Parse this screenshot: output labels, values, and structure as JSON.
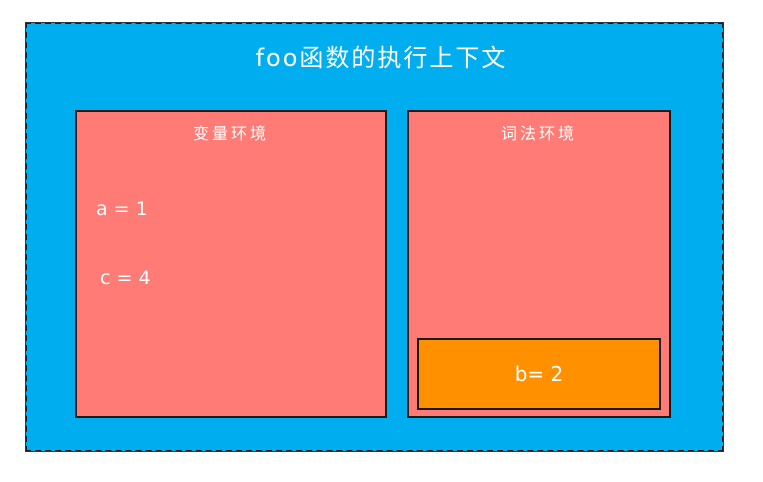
{
  "diagram": {
    "title": "foo函数的执行上下文",
    "variable_environment": {
      "label": "变量环境",
      "entries": [
        "a = 1",
        "c = 4"
      ]
    },
    "lexical_environment": {
      "label": "词法环境",
      "blocks": [
        {
          "entries": [
            "b= 2"
          ]
        }
      ]
    },
    "colors": {
      "context_bg": "#00aeef",
      "environment_bg": "#ff7b75",
      "block_bg": "#ff9100",
      "text": "#ffffff",
      "border": "#1a1a1a"
    }
  }
}
